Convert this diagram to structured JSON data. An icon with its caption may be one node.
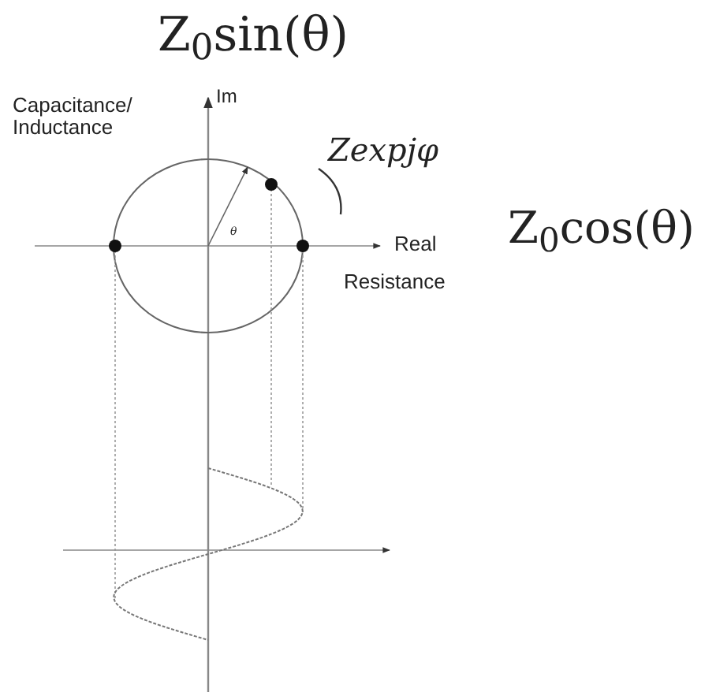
{
  "diagram": {
    "labels": [
      "Z$_{0}$sin(θ)",
      "Im",
      "Capacitance/ Inductance",
      "Zexpjφ",
      "θ",
      "Real",
      "Z$_{0}$cos(θ)",
      "Resistance"
    ]
  }
}
